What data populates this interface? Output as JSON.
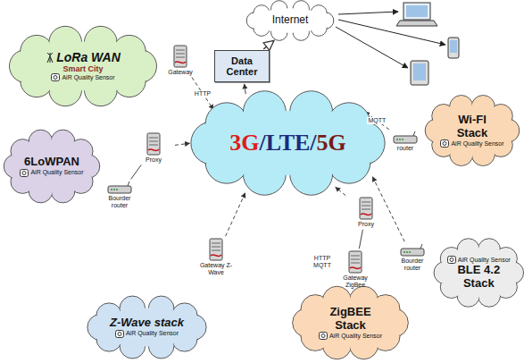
{
  "diagram": {
    "nodes": [
      {
        "text": [
          "Internet"
        ]
      },
      {
        "text": [
          "Data Center"
        ]
      },
      {
        "text": [
          "3G/LTE/5G"
        ]
      },
      {
        "text": [
          "LoRa WAN",
          "Smart City",
          "AiR Quality Sensor"
        ]
      },
      {
        "text": [
          "Gateway"
        ]
      },
      {
        "text": [
          "Wi-FI Stack",
          "AiR Quality Sensor"
        ]
      },
      {
        "text": [
          "router"
        ]
      },
      {
        "text": [
          "6LoWPAN",
          "AiR Quality Sensor"
        ]
      },
      {
        "text": [
          "Proxy"
        ]
      },
      {
        "text": [
          "Bourder router"
        ]
      },
      {
        "text": [
          "Proxy"
        ]
      },
      {
        "text": [
          "Gateway ZigBee"
        ]
      },
      {
        "text": [
          "Bourder router"
        ]
      },
      {
        "text": [
          "AiR Quality Sensor",
          "BLE 4.2 Stack"
        ]
      },
      {
        "text": [
          "Gateway Z-Wave"
        ]
      },
      {
        "text": [
          "Z-Wave stack",
          "AiR Quality Sensor"
        ]
      },
      {
        "text": [
          "ZigBEE Stack",
          "AiR Quality Sensor"
        ]
      }
    ],
    "edges": [
      {
        "from": 2,
        "to": 1,
        "arrow": "to"
      },
      {
        "from": 1,
        "to": 0,
        "arrow": "to"
      },
      {
        "from": 4,
        "to": 2,
        "label": "HTTP",
        "arrow": "to"
      },
      {
        "from": 6,
        "to": 2,
        "label": "MQTT",
        "arrow": "to"
      },
      {
        "from": 9,
        "to": 8,
        "arrow": "none"
      },
      {
        "from": 8,
        "to": 2,
        "arrow": "to"
      },
      {
        "from": 14,
        "to": 2,
        "arrow": "to"
      },
      {
        "from": 11,
        "to": 10,
        "arrow": "none"
      },
      {
        "from": 10,
        "to": 2,
        "arrow": "to"
      },
      {
        "from": 12,
        "to": 2,
        "arrow": "to"
      }
    ],
    "labels": [
      "HTTP MQTT"
    ]
  }
}
